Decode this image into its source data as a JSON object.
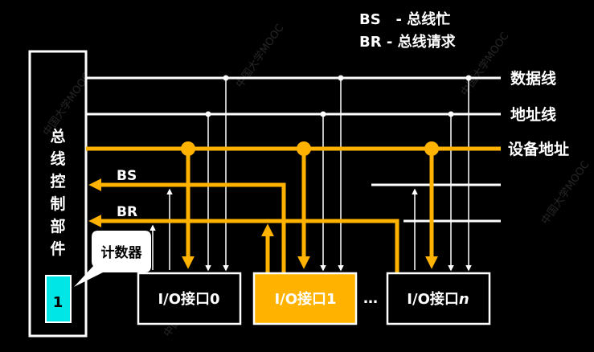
{
  "legend": {
    "bs_line": "BS   - 总线忙",
    "br_line": "BR - 总线请求"
  },
  "controller": {
    "chars": [
      "总",
      "线",
      "控",
      "制",
      "部",
      "件"
    ],
    "counter_label": "计数器",
    "counter_value": "1"
  },
  "lines": {
    "data": "数据线",
    "address": "地址线",
    "device_address": "设备地址",
    "bs": "BS",
    "br": "BR"
  },
  "interfaces": [
    {
      "label": "I/O接口0",
      "highlight": false
    },
    {
      "label": "I/O接口1",
      "highlight": true
    },
    {
      "label": "I/O接口",
      "suffix": "n",
      "highlight": false
    }
  ],
  "ellipsis": "…",
  "watermark": "中国大学MOOC",
  "colors": {
    "background": "#000000",
    "line": "#ffffff",
    "accent": "#ffb300",
    "counter": "#00e5e5",
    "highlight_box": "#ffb300"
  }
}
